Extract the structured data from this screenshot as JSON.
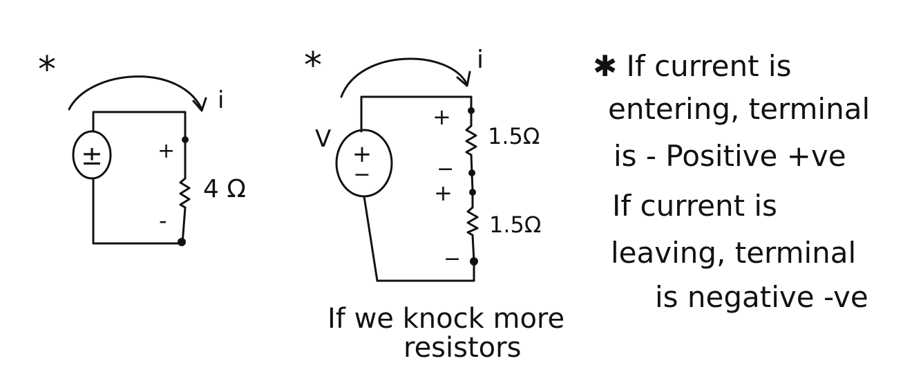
{
  "ink_color": "#111111",
  "background_color": "#ffffff",
  "star_symbol": "*",
  "circuit1": {
    "current_label": "i",
    "source_symbol": "±",
    "plus_sign": "+",
    "minus_sign": "-",
    "resistor_label": "4 Ω"
  },
  "circuit2": {
    "current_label": "i",
    "voltage_label": "V",
    "source_plus": "+",
    "source_minus": "−",
    "resistor_top_label": "1.5Ω",
    "resistor_bottom_label": "1.5Ω",
    "plus_top": "+",
    "minus_mid": "−",
    "plus_mid": "+",
    "minus_bottom": "−",
    "caption_line1": "If we knock more",
    "caption_line2": "resistors"
  },
  "notes": {
    "line1": "✱ If current is",
    "line2": "entering, terminal",
    "line3": "is - Positive +ve",
    "line4": "If current is",
    "line5": "leaving, terminal",
    "line6": "is negative -ve"
  }
}
